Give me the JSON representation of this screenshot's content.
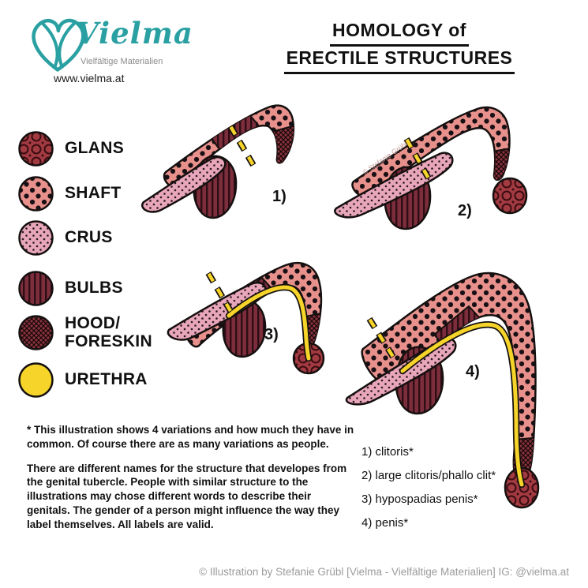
{
  "brand": {
    "name": "Vielma",
    "subtitle": "Vielfältige Materialien",
    "url": "www.vielma.at"
  },
  "title": {
    "line1": "HOMOLOGY of",
    "line2": "ERECTILE STRUCTURES"
  },
  "legend": {
    "items": [
      {
        "id": "glans",
        "label": "GLANS"
      },
      {
        "id": "shaft",
        "label": "SHAFT"
      },
      {
        "id": "crus",
        "label": "CRUS"
      },
      {
        "id": "bulbs",
        "label": "BULBS"
      },
      {
        "id": "hood",
        "label": "HOOD/\nFORESKIN"
      },
      {
        "id": "urethra",
        "label": "URETHRA"
      }
    ]
  },
  "figures": [
    {
      "number": "1)",
      "name": "clitoris*"
    },
    {
      "number": "2)",
      "name": "large clitoris/phallo clit*"
    },
    {
      "number": "3)",
      "name": "hypospadias penis*"
    },
    {
      "number": "4)",
      "name": "penis*"
    }
  ],
  "notes": {
    "paragraph1": "* This illustration shows 4 variations and how much they have in common. Of course there are as many variations as people.",
    "paragraph2": "There are different names for the structure that developes from the genital tubercle. People with similar structure to the illustrations may chose different words to describe their genitals. The gender of a person might influence the way they label themselves. All labels are valid."
  },
  "labels_list": [
    "1) clitoris*",
    "2) large clitoris/phallo clit*",
    "3) hypospadias penis*",
    "4) penis*"
  ],
  "watermark": "© Stefanie Grübl",
  "footer": "© Illustration by Stefanie Grübl [Vielma - Vielfältige Materialien] IG: @vielma.at",
  "colors": {
    "teal": "#2aa0a2",
    "glans_fill": "#a23a41",
    "shaft_fill": "#e8918c",
    "crus_fill": "#e8a6ba",
    "bulbs_fill": "#7c2e3c",
    "hood_fill": "#8a333d",
    "urethra_fill": "#f6d42a",
    "outline": "#15100f"
  }
}
